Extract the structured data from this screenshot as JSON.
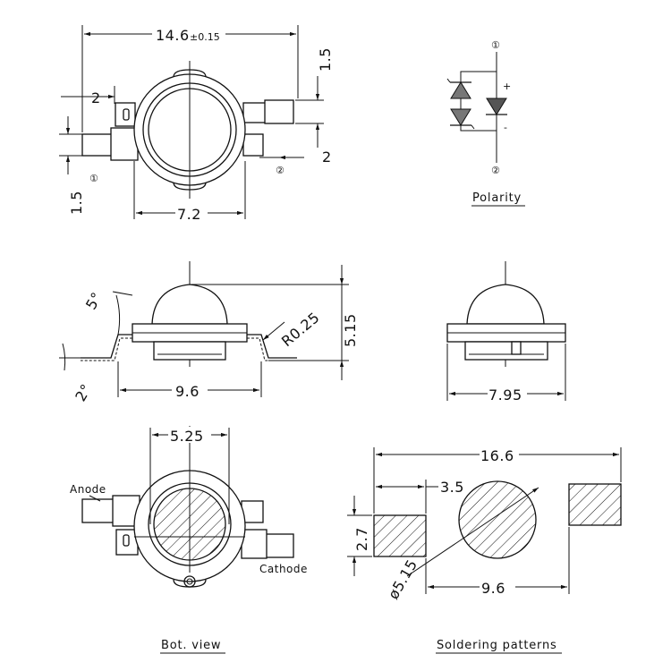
{
  "top_view": {
    "width_label": "14.6",
    "tolerance_label": "±0.15",
    "pin_width_label": "1.5",
    "offset_right_label": "2",
    "offset_left_label": "2",
    "pin_height_left_label": "1.5",
    "body_width_label": "7.2",
    "pin1_mark": "①",
    "pin2_mark": "②"
  },
  "polarity": {
    "pin1_mark": "①",
    "pin2_mark": "②",
    "plus": "+",
    "minus": "-",
    "caption": "Polarity"
  },
  "side_view": {
    "angle_top_label": "5°",
    "angle_bottom_label": "2°",
    "radius_label": "R0.25",
    "height_label": "5.15",
    "width_label": "9.6"
  },
  "end_view": {
    "width_label": "7.95"
  },
  "bottom_view": {
    "pad_width_label": "5.25",
    "anode_label": "Anode",
    "cathode_label": "Cathode",
    "caption": "Bot. view"
  },
  "soldering": {
    "total_label": "16.6",
    "pad_label": "3.5",
    "pad_height_label": "2.7",
    "diameter_label": "ø5.15",
    "pitch_label": "9.6",
    "caption": "Soldering patterns"
  }
}
